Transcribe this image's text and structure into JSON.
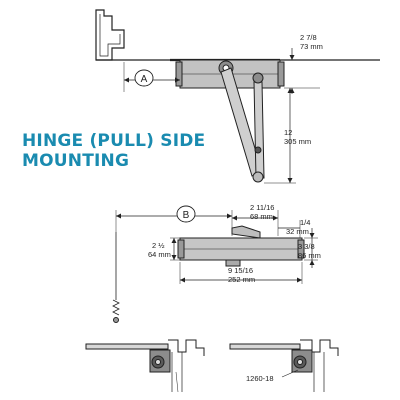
{
  "heading": {
    "line1": "HINGE (PULL) SIDE",
    "line2": "MOUNTING"
  },
  "colors": {
    "heading": "#1a8bb0",
    "line": "#222222",
    "body_fill": "#bdbdbd"
  },
  "top_view": {
    "callout": "A",
    "dim_top": {
      "frac": "2 7/8",
      "mm": "73 mm"
    },
    "dim_arm": {
      "whole": "12",
      "mm": "305 mm"
    }
  },
  "side_view": {
    "callout": "B",
    "dim_width": {
      "frac": "2 11/16",
      "mm": "68 mm"
    },
    "dim_quarter": {
      "frac": "1/4",
      "mm": "32 mm"
    },
    "dim_left": {
      "frac": "2 ½",
      "mm": "64 mm"
    },
    "dim_right": {
      "frac": "3 3/8",
      "mm": "86 mm"
    },
    "dim_length": {
      "frac": "9 15/16",
      "mm": "252 mm"
    }
  },
  "bottom_views": {
    "part_label": "1260-18"
  }
}
